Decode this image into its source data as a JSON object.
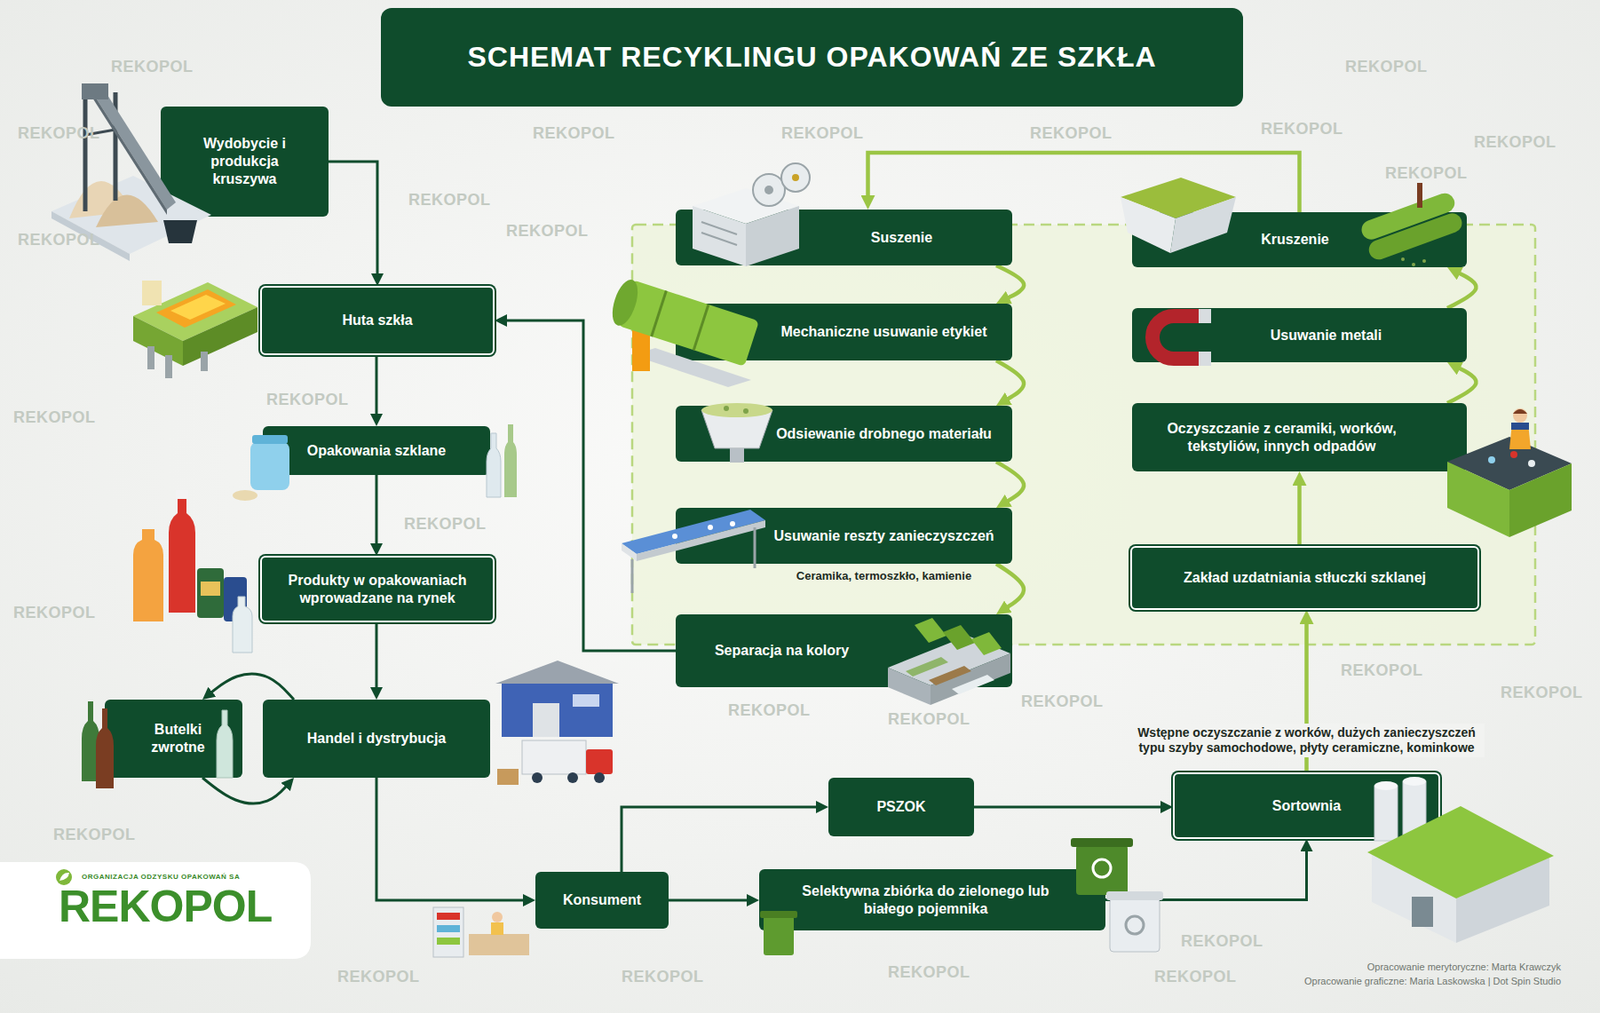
{
  "diagram": {
    "title": "SCHEMAT RECYKLINGU OPAKOWAŃ ZE SZKŁA",
    "nodes": [
      {
        "text": [
          "Wydobycie i produkcja kruszywa"
        ]
      },
      {
        "text": [
          "Huta szkła"
        ]
      },
      {
        "text": [
          "Opakowania szklane"
        ]
      },
      {
        "text": [
          "Produkty w opakowaniach wprowadzane na rynek"
        ]
      },
      {
        "text": [
          "Butelki zwrotne"
        ]
      },
      {
        "text": [
          "Handel i dystrybucja"
        ]
      },
      {
        "text": [
          "Konsument"
        ]
      },
      {
        "text": [
          "PSZOK"
        ]
      },
      {
        "text": [
          "Selektywna zbiórka do zielonego lub białego pojemnika"
        ]
      },
      {
        "text": [
          "Sortownia"
        ]
      },
      {
        "text": [
          "Zakład uzdatniania stłuczki szklanej"
        ]
      },
      {
        "text": [
          "Oczyszczanie z ceramiki, worków, tekstyliów, innych odpadów"
        ]
      },
      {
        "text": [
          "Usuwanie metali"
        ]
      },
      {
        "text": [
          "Kruszenie"
        ]
      },
      {
        "text": [
          "Suszenie"
        ]
      },
      {
        "text": [
          "Mechaniczne usuwanie etykiet"
        ]
      },
      {
        "text": [
          "Odsiewanie drobnego materiału"
        ]
      },
      {
        "text": [
          "Usuwanie reszty zanieczyszczeń",
          "Ceramika, termoszkło, kamienie"
        ]
      },
      {
        "text": [
          "Separacja na kolory"
        ]
      }
    ],
    "edges": [
      {
        "from": 0,
        "to": 1,
        "arrow": "to"
      },
      {
        "from": 1,
        "to": 2,
        "arrow": "to"
      },
      {
        "from": 2,
        "to": 3,
        "arrow": "to"
      },
      {
        "from": 3,
        "to": 5,
        "arrow": "to"
      },
      {
        "from": 5,
        "to": 4,
        "arrow": "to"
      },
      {
        "from": 4,
        "to": 5,
        "arrow": "to"
      },
      {
        "from": 5,
        "to": 6,
        "arrow": "to"
      },
      {
        "from": 6,
        "to": 7,
        "arrow": "to"
      },
      {
        "from": 6,
        "to": 8,
        "arrow": "to"
      },
      {
        "from": 7,
        "to": 9,
        "arrow": "to"
      },
      {
        "from": 8,
        "to": 9,
        "arrow": "to"
      },
      {
        "from": 9,
        "to": 10,
        "label": "Wstępne oczyszczanie z worków, dużych zanieczyszczeń typu szyby samochodowe, płyty ceramiczne, kominkowe",
        "arrow": "to"
      },
      {
        "from": 10,
        "to": 11,
        "arrow": "to"
      },
      {
        "from": 11,
        "to": 12,
        "arrow": "to"
      },
      {
        "from": 12,
        "to": 13,
        "arrow": "to"
      },
      {
        "from": 13,
        "to": 14,
        "arrow": "to"
      },
      {
        "from": 14,
        "to": 15,
        "arrow": "to"
      },
      {
        "from": 15,
        "to": 16,
        "arrow": "to"
      },
      {
        "from": 16,
        "to": 17,
        "arrow": "to"
      },
      {
        "from": 17,
        "to": 18,
        "arrow": "to"
      },
      {
        "from": 18,
        "to": 1,
        "arrow": "to"
      }
    ],
    "labels": [
      "ORGANIZACJA ODZYSKU OPAKOWAŃ SA",
      "REKOPOL",
      "Opracowanie merytoryczne: Marta Krawczyk",
      "Opracowanie graficzne: Maria Laskowska | Dot Spin Studio",
      "REKOPOL",
      "REKOPOL",
      "REKOPOL",
      "REKOPOL",
      "REKOPOL",
      "REKOPOL",
      "REKOPOL",
      "REKOPOL",
      "REKOPOL",
      "REKOPOL",
      "REKOPOL",
      "REKOPOL",
      "REKOPOL",
      "REKOPOL",
      "REKOPOL",
      "REKOPOL",
      "REKOPOL",
      "REKOPOL",
      "REKOPOL",
      "REKOPOL",
      "REKOPOL",
      "REKOPOL",
      "REKOPOL",
      "REKOPOL",
      "REKOPOL",
      "REKOPOL",
      "REKOPOL"
    ]
  }
}
